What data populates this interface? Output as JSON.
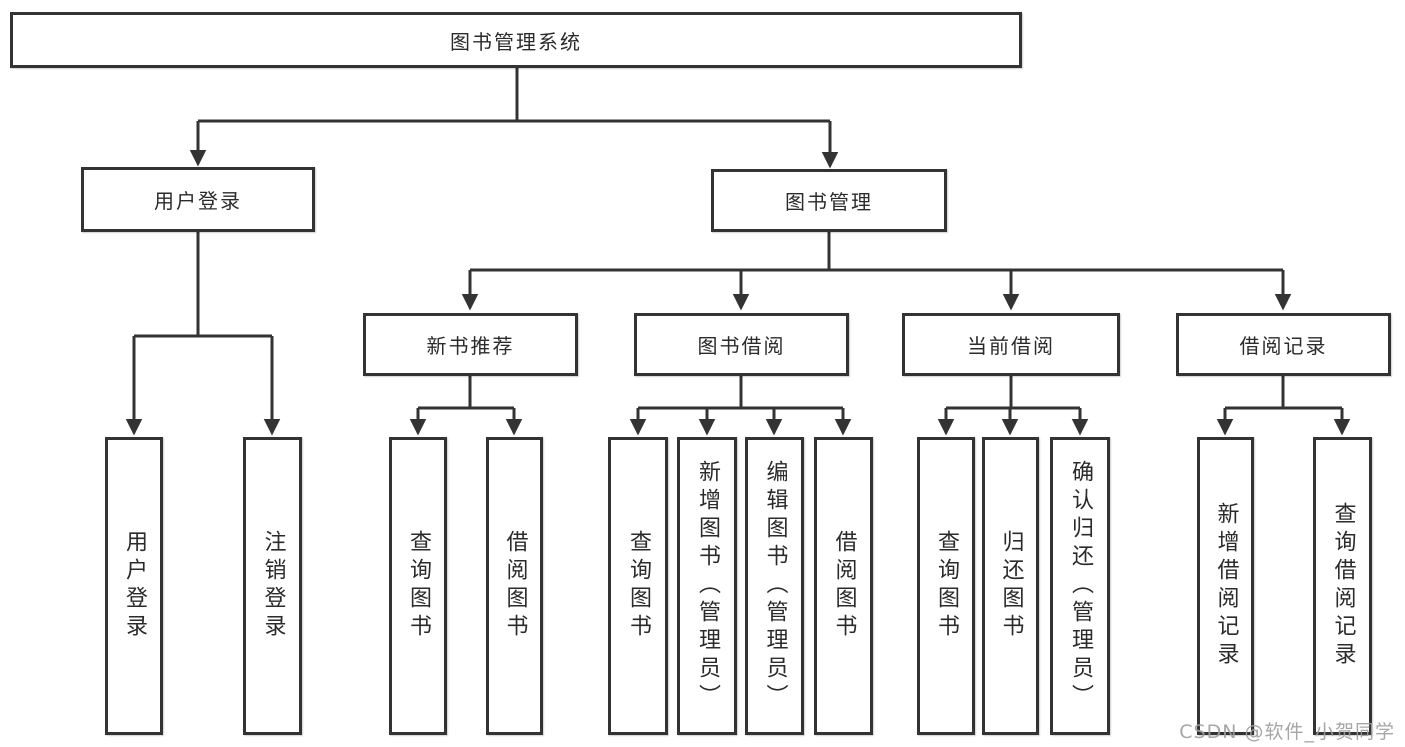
{
  "title": "图书管理系统",
  "watermark": "CSDN @软件_小贺同学",
  "colors": {
    "line": "#333333",
    "box_border": "#333333",
    "text": "#2b2b2b",
    "watermark": "#9f9f9f",
    "background": "#ffffff"
  },
  "nodes": {
    "root": "图书管理系统",
    "user_login": "用户登录",
    "book_mgmt": "图书管理",
    "user_login_leaves": [
      "用户登录",
      "注销登录"
    ],
    "groups": [
      {
        "label": "新书推荐",
        "leaves": [
          "查询图书",
          "借阅图书"
        ]
      },
      {
        "label": "图书借阅",
        "leaves": [
          "查询图书",
          "新增图书（管理员）",
          "编辑图书（管理员）",
          "借阅图书"
        ]
      },
      {
        "label": "当前借阅",
        "leaves": [
          "查询图书",
          "归还图书",
          "确认归还（管理员）"
        ]
      },
      {
        "label": "借阅记录",
        "leaves": [
          "新增借阅记录",
          "查询借阅记录"
        ]
      }
    ]
  }
}
